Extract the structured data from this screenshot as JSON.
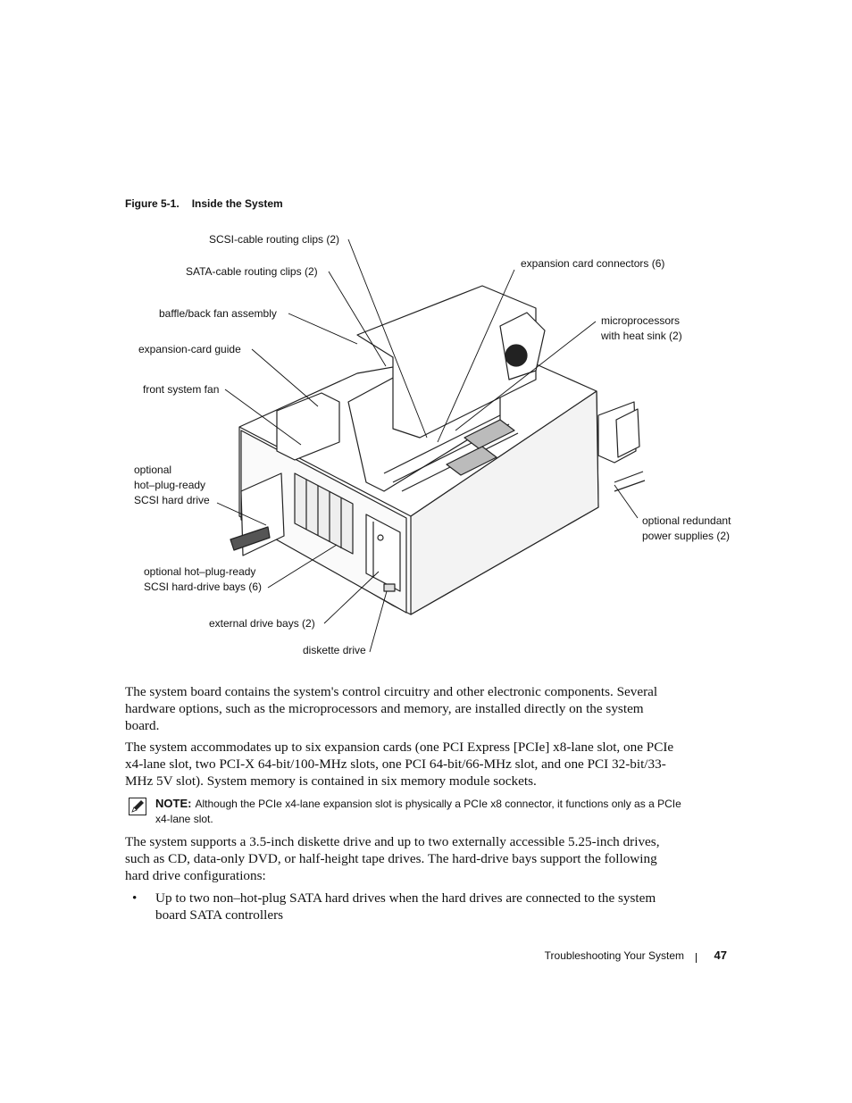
{
  "figure": {
    "number": "Figure 5-1.",
    "title": "Inside the System",
    "callouts": {
      "scsi_cable_clips": "SCSI-cable routing clips (2)",
      "sata_cable_clips": "SATA-cable routing clips (2)",
      "baffle_fan": "baffle/back fan assembly",
      "expansion_card_guide": "expansion-card guide",
      "front_system_fan": "front system fan",
      "optional_hd": [
        "optional",
        "hot–plug-ready",
        "SCSI hard drive"
      ],
      "hd_bays": [
        "optional hot–plug-ready",
        "SCSI hard-drive bays (6)"
      ],
      "external_bays": "external drive bays (2)",
      "diskette_drive": "diskette drive",
      "expansion_connectors": "expansion card connectors (6)",
      "microprocessors": [
        "microprocessors",
        "with heat sink (2)"
      ],
      "power_supplies": [
        "optional redundant",
        "power supplies (2)"
      ]
    }
  },
  "paragraphs": [
    "The system board contains the system's control circuitry and other electronic components. Several hardware options, such as the microprocessors and memory, are installed directly on the system board.",
    "The system accommodates up to six expansion cards (one PCI Express [PCIe] x8-lane slot, one PCIe x4-lane slot, two PCI-X 64-bit/100-MHz slots, one PCI 64-bit/66-MHz slot, and one PCI 32-bit/33-MHz 5V slot). System memory is contained in six memory module sockets.",
    "The system supports a 3.5-inch diskette drive and up to two externally accessible 5.25-inch drives, such as CD, data-only DVD, or half-height tape drives. The hard-drive bays support the following hard drive configurations:"
  ],
  "note": {
    "label": "NOTE:",
    "text": "Although the PCIe x4-lane expansion slot is physically a PCIe x8 connector, it functions only as a PCIe x4-lane slot.",
    "icon": "note-pencil-icon"
  },
  "bullets": [
    "Up to two non–hot-plug SATA hard drives when the hard drives are connected to the system board SATA controllers"
  ],
  "footer": {
    "section": "Troubleshooting Your System",
    "page": "47"
  }
}
